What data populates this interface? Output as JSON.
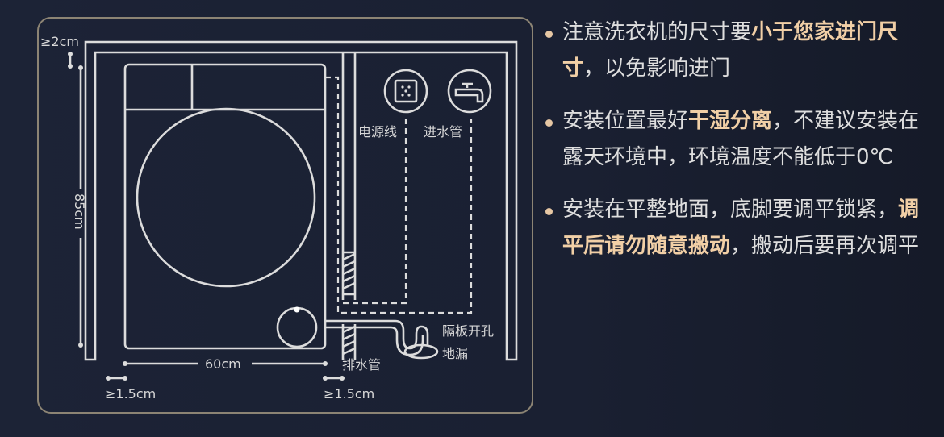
{
  "diagram": {
    "labels": {
      "power_cord": "电源线",
      "water_inlet": "进水管",
      "partition_hole": "隔板开孔",
      "floor_drain": "地漏",
      "drain_pipe": "排水管",
      "height": "85cm",
      "width": "60cm",
      "top_gap": "≥2cm",
      "left_gap": "≥1.5cm",
      "right_gap": "≥1.5cm"
    }
  },
  "notes": [
    {
      "parts": [
        {
          "text": "注意洗衣机的尺寸要",
          "hl": false
        },
        {
          "text": "小于您家进门尺寸",
          "hl": true
        },
        {
          "text": "，以免影响进门",
          "hl": false
        }
      ]
    },
    {
      "parts": [
        {
          "text": "安装位置最好",
          "hl": false
        },
        {
          "text": "干湿分离",
          "hl": true
        },
        {
          "text": "，不建议安装在露天环境中，环境温度不能低于0℃",
          "hl": false
        }
      ]
    },
    {
      "parts": [
        {
          "text": "安装在平整地面，底脚要调平锁紧，",
          "hl": false
        },
        {
          "text": "调平后请勿随意搬动",
          "hl": true
        },
        {
          "text": "，搬动后要再次调平",
          "hl": false
        }
      ]
    }
  ],
  "colors": {
    "background": "#1a2032",
    "highlight": "#f1cfa6",
    "line": "#dcdcdc",
    "panel_border": "#8c8474"
  }
}
